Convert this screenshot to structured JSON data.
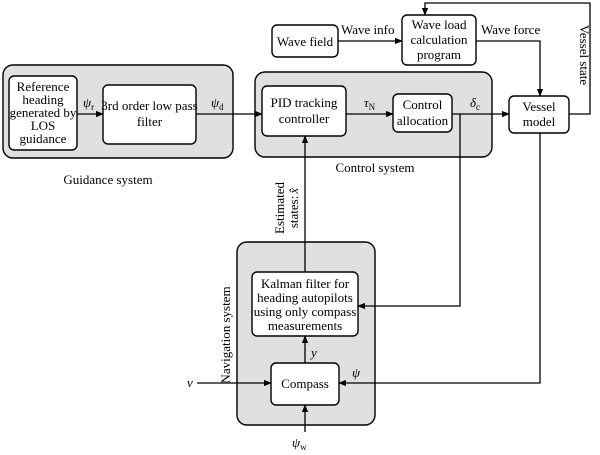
{
  "groups": {
    "guidance": "Guidance system",
    "control": "Control system",
    "navigation": "Navigation system"
  },
  "blocks": {
    "reference": [
      "Reference",
      "heading",
      "generated by",
      "LOS",
      "guidance"
    ],
    "lowpass": [
      "3rd order low pass",
      "filter"
    ],
    "pid": [
      "PID tracking",
      "controller"
    ],
    "allocation": [
      "Control",
      "allocation"
    ],
    "vessel": [
      "Vessel",
      "model"
    ],
    "wave_field": "Wave field",
    "wave_load": [
      "Wave load",
      "calculation",
      "program"
    ],
    "kalman": [
      "Kalman filter for",
      "heading autopilots",
      "using only compass",
      "measurements"
    ],
    "compass": "Compass"
  },
  "signals": {
    "psi_r": {
      "sym": "ψ",
      "sub": "r"
    },
    "psi_d": {
      "sym": "ψ",
      "sub": "d"
    },
    "tau_n": {
      "sym": "τ",
      "sub": "N"
    },
    "delta_c": {
      "sym": "δ",
      "sub": "c"
    },
    "wave_info": "Wave info",
    "wave_force": "Wave force",
    "vessel_state": "Vessel state",
    "estimated_states": [
      "Estimated",
      "states:"
    ],
    "x_hat": "x̂",
    "y": "y",
    "v": "v",
    "psi": "ψ",
    "psi_w": {
      "sym": "ψ",
      "sub": "w"
    }
  }
}
